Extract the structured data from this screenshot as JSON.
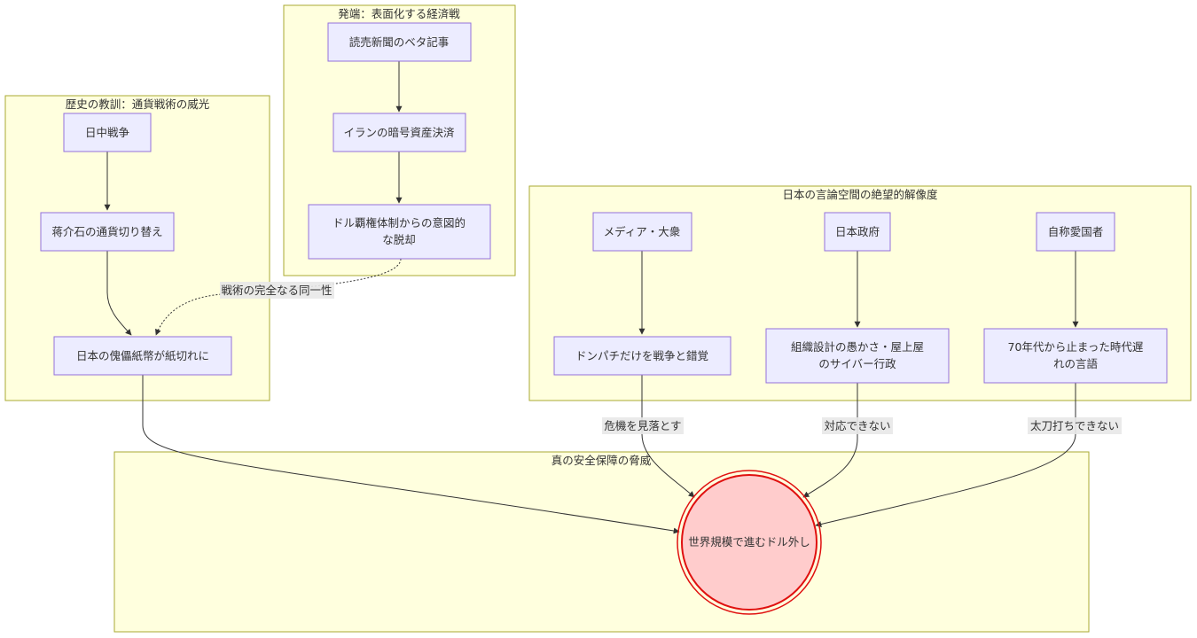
{
  "clusters": {
    "history": "歴史の教訓：通貨戦術の威光",
    "origin": "発端：表面化する経済戦",
    "discourse": "日本の言論空間の絶望的解像度",
    "threat": "真の安全保障の脅威"
  },
  "nodes": {
    "sino_war": "日中戦争",
    "chiang": "蒋介石の通貨切り替え",
    "puppet": "日本の傀儡紙幣が紙切れに",
    "yomiuri": "読売新聞のベタ記事",
    "iran": "イランの暗号資産決済",
    "dollar_exit_line1": "ドル覇権体制からの意図的",
    "dollar_exit_line2": "な脱却",
    "media": "メディア・大衆",
    "gov": "日本政府",
    "patriots": "自称愛国者",
    "misread": "ドンパチだけを戦争と錯覚",
    "org_line1": "組織設計の愚かさ・屋上屋",
    "org_line2": "のサイバー行政",
    "lang_line1": "70年代から止まった時代遅",
    "lang_line2": "れの言語",
    "dedollar": "世界規模で進むドル外し"
  },
  "edge_labels": {
    "identity": "戦術の完全なる同一性",
    "overlook": "危機を見落とす",
    "cannot_respond": "対応できない",
    "cannot_match": "太刀打ちできない"
  },
  "colors": {
    "cluster_fill": "#ffffde",
    "cluster_stroke": "#aaaa33",
    "node_fill": "#ececff",
    "node_stroke": "#9370db",
    "goal_fill": "#ffcccc",
    "goal_stroke": "#e01010"
  }
}
